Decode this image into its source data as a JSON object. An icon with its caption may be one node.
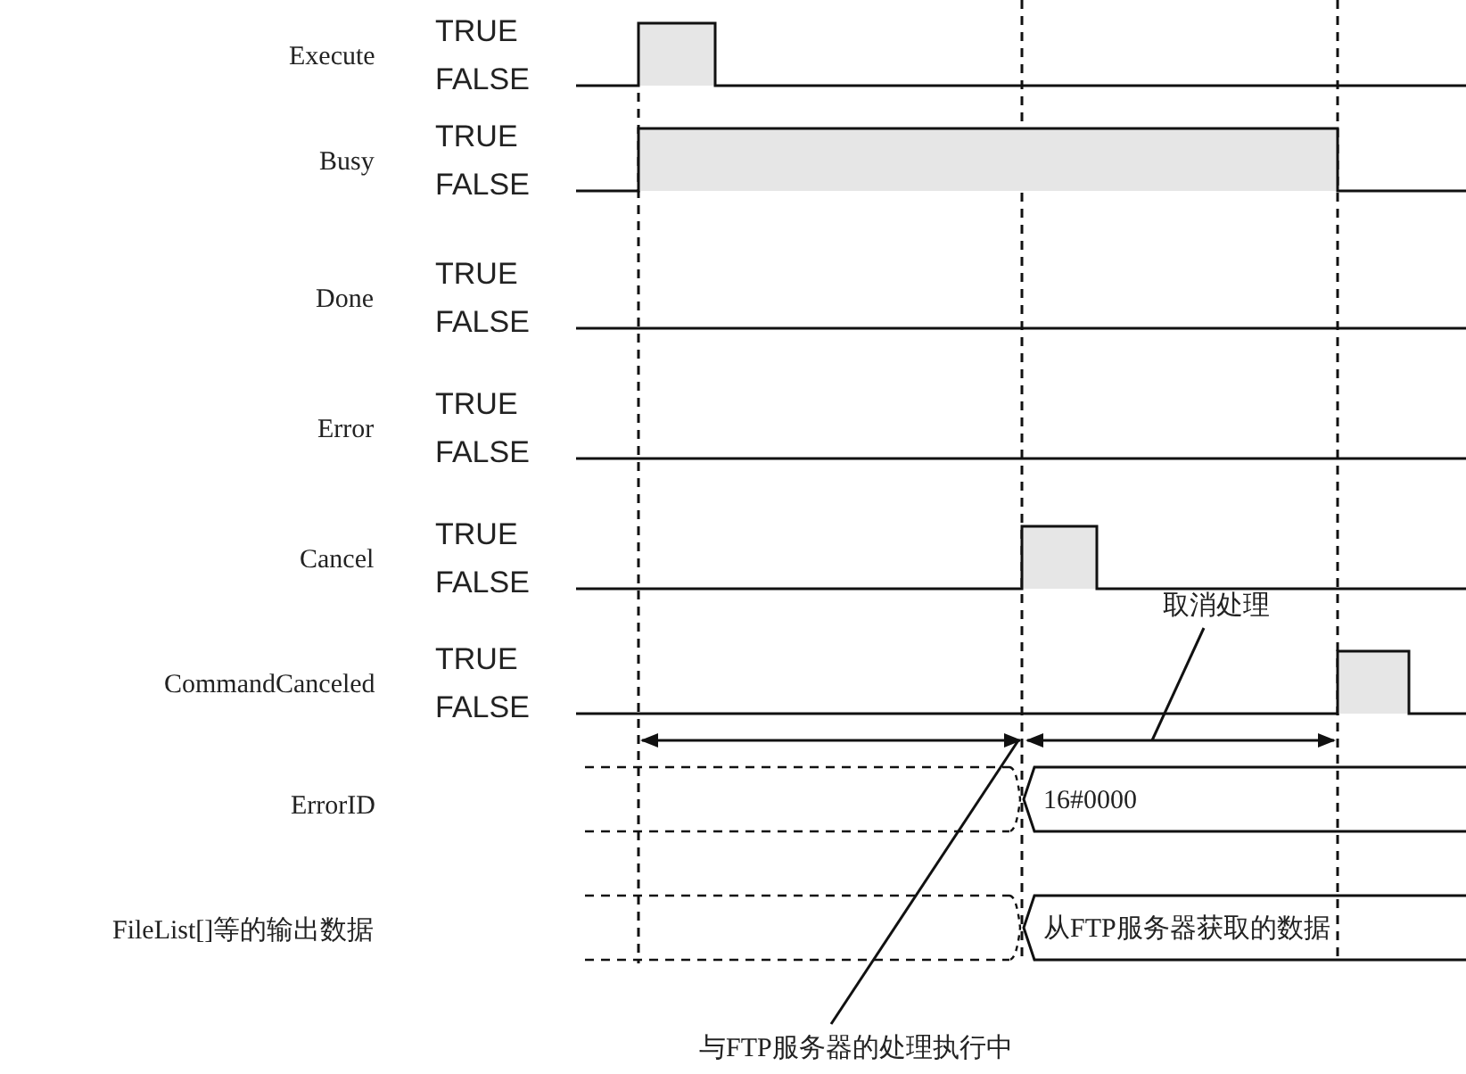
{
  "diagram": {
    "nodes": [
      {
        "text": [
          "取消处理"
        ]
      },
      {
        "text": [],
        "shape": "arrow"
      },
      {
        "text": [],
        "shape": "arrow"
      },
      {
        "text": [
          "与FTP服务器的处理执行中"
        ]
      }
    ],
    "edges": [
      {
        "from": 0,
        "to": 2,
        "arrow": "none"
      },
      {
        "from": 3,
        "to": 1,
        "arrow": "none"
      }
    ],
    "labels": [
      "Execute",
      "TRUE",
      "FALSE",
      "Busy",
      "TRUE",
      "FALSE",
      "Done",
      "TRUE",
      "FALSE",
      "Error",
      "TRUE",
      "FALSE",
      "Cancel",
      "TRUE",
      "FALSE",
      "CommandCanceled",
      "TRUE",
      "FALSE",
      "ErrorID",
      "16#0000",
      "FileList[]等的输出数据",
      "从FTP服务器获取的数据"
    ]
  }
}
